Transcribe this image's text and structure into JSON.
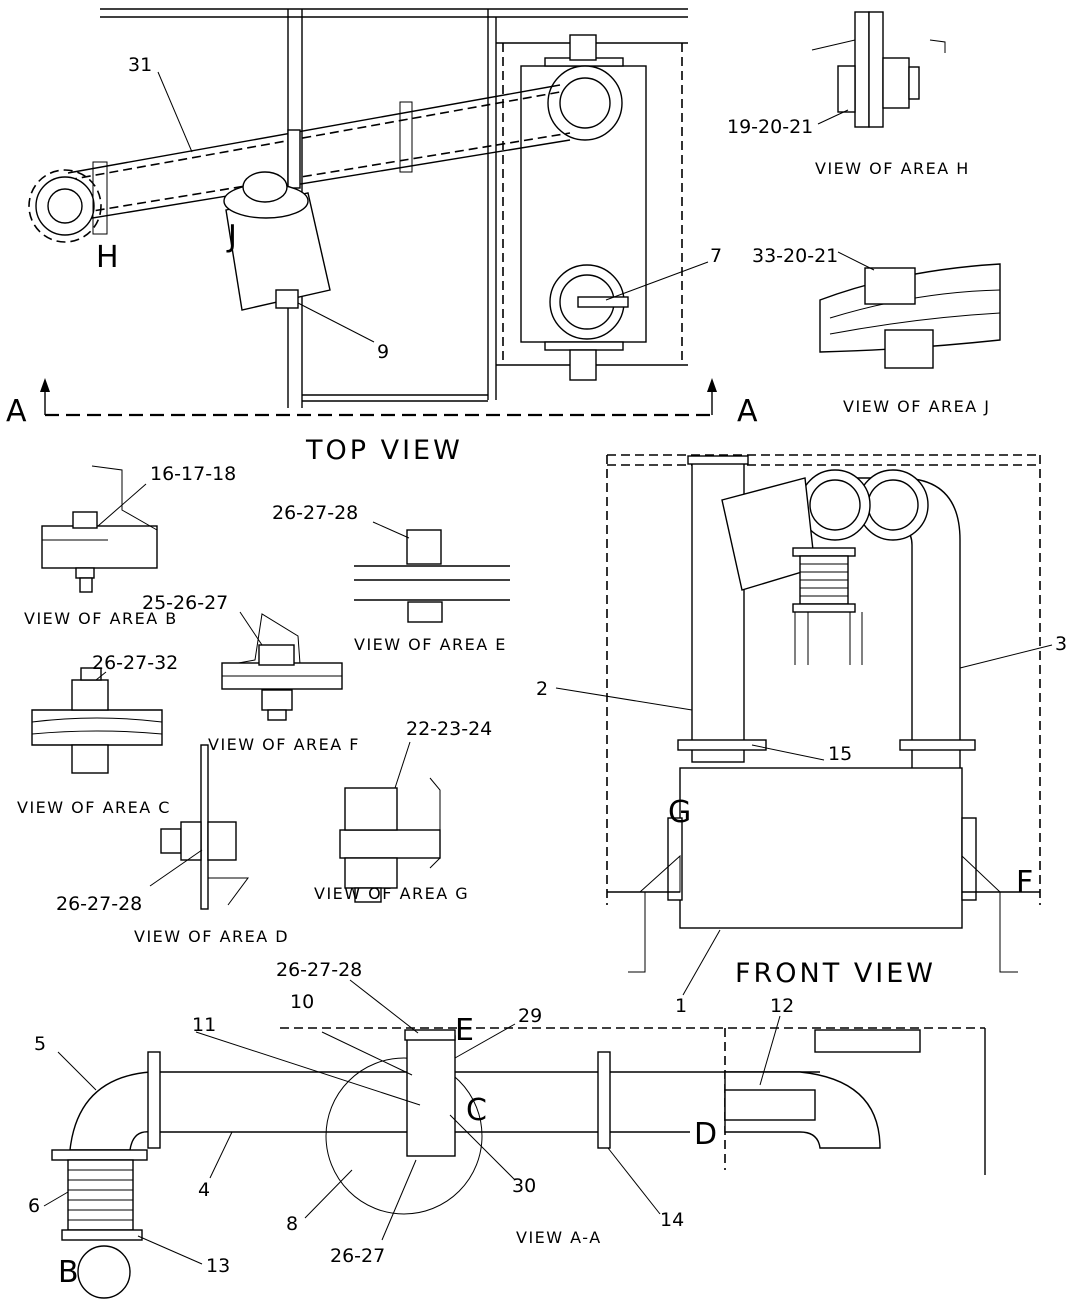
{
  "titles": {
    "top_view": "TOP VIEW",
    "front_view": "FRONT VIEW",
    "view_a_a": "VIEW A-A"
  },
  "view_labels": {
    "area_h": "VIEW OF AREA H",
    "area_j": "VIEW OF AREA J",
    "area_b": "VIEW OF AREA B",
    "area_c": "VIEW OF AREA C",
    "area_d": "VIEW OF AREA D",
    "area_e": "VIEW OF AREA E",
    "area_f": "VIEW OF AREA F",
    "area_g": "VIEW OF AREA G"
  },
  "section_marks": {
    "a_left": "A",
    "a_right": "A"
  },
  "area_letters": {
    "h": "H",
    "j": "J",
    "g": "G",
    "f": "F",
    "e": "E",
    "c": "C",
    "d": "D",
    "b": "B"
  },
  "callouts": {
    "top_31": "31",
    "top_7": "7",
    "top_9": "9",
    "h_detail": "19-20-21",
    "j_detail": "33-20-21",
    "b_detail": "16-17-18",
    "e_detail": "26-27-28",
    "f_detail": "25-26-27",
    "c_detail": "26-27-32",
    "g_detail": "22-23-24",
    "d_detail": "26-27-28",
    "front_2": "2",
    "front_3": "3",
    "front_15": "15",
    "front_1": "1",
    "aa_26_27_28": "26-27-28",
    "aa_10": "10",
    "aa_11": "11",
    "aa_29": "29",
    "aa_12": "12",
    "aa_5": "5",
    "aa_4": "4",
    "aa_6": "6",
    "aa_13": "13",
    "aa_8": "8",
    "aa_26_27": "26-27",
    "aa_30": "30",
    "aa_14": "14"
  }
}
